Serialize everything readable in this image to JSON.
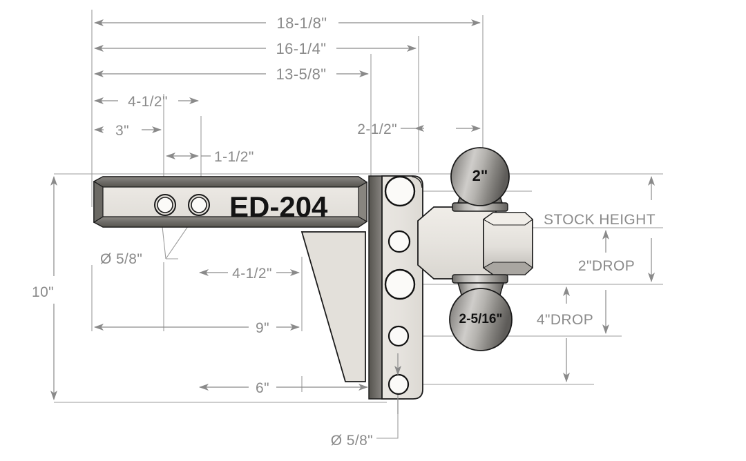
{
  "drawing": {
    "title": "ED-204 Adjustable Trailer Hitch Dimensional Drawing",
    "part_label": "ED-204",
    "background": "#ffffff",
    "dim_color": "#8a8a8a",
    "metal_light": "#e6e3de",
    "metal_dark": "#6f6d69",
    "outline": "#1a1a1a"
  },
  "labels": {
    "overall_length": "18-1/8\"",
    "length_to_ball_center": "16-1/4\"",
    "length_to_plate": "13-5/8\"",
    "hole_spacing_far": "4-1/2\"",
    "hole_first": "3\"",
    "hole_pitch": "1-1/2\"",
    "plate_to_ball": "2-1/2\"",
    "shank_hole_dia": "Ø 5/8\"",
    "plate_hole_dia": "Ø 5/8\"",
    "gusset_top": "4-1/2\"",
    "gusset_mid": "9\"",
    "gusset_bottom": "6\"",
    "overall_height": "10\"",
    "stock_height": "STOCK HEIGHT",
    "drop_2": "2\"DROP",
    "drop_4": "4\"DROP",
    "ball_upper": "2\"",
    "ball_lower": "2-5/16\""
  },
  "parts": {
    "shank": "receiver-shank-bar",
    "plate": "vertical-mounting-plate",
    "gusset": "gusset-support-plate",
    "arm": "ball-mount-arm",
    "nut": "hex-nut",
    "ball_top": "hitch-ball-2in",
    "ball_bottom": "hitch-ball-2-5-16in"
  },
  "geometry": {
    "shank_holes": 2,
    "plate_holes": 5
  }
}
